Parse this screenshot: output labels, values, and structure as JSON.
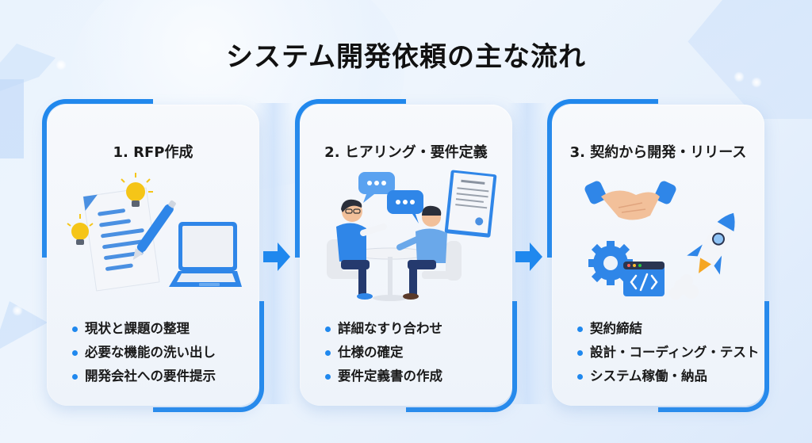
{
  "title": "システム開発依頼の主な流れ",
  "colors": {
    "accent": "#1f88ee",
    "text": "#111111",
    "card_bg": "#f3f6fb",
    "bulb": "#f5c518",
    "skin": "#f2c09a"
  },
  "steps": [
    {
      "title": "1. RFP作成",
      "illustration": "document-pen-lightbulb-laptop",
      "bullets": [
        "現状と課題の整理",
        "必要な機能の洗い出し",
        "開発会社への要件提示"
      ]
    },
    {
      "title": "2. ヒアリング・要件定義",
      "illustration": "meeting-speech-bubbles-contract",
      "bullets": [
        "詳細なすり合わせ",
        "仕様の確定",
        "要件定義書の作成"
      ]
    },
    {
      "title": "3. 契約から開発・リリース",
      "illustration": "handshake-gear-code-rocket",
      "bullets": [
        "契約締結",
        "設計・コーディング・テスト",
        "システム稼働・納品"
      ]
    }
  ],
  "arrows": [
    {
      "icon": "arrow-right-icon",
      "from": 1,
      "to": 2
    },
    {
      "icon": "arrow-right-icon",
      "from": 2,
      "to": 3
    }
  ]
}
